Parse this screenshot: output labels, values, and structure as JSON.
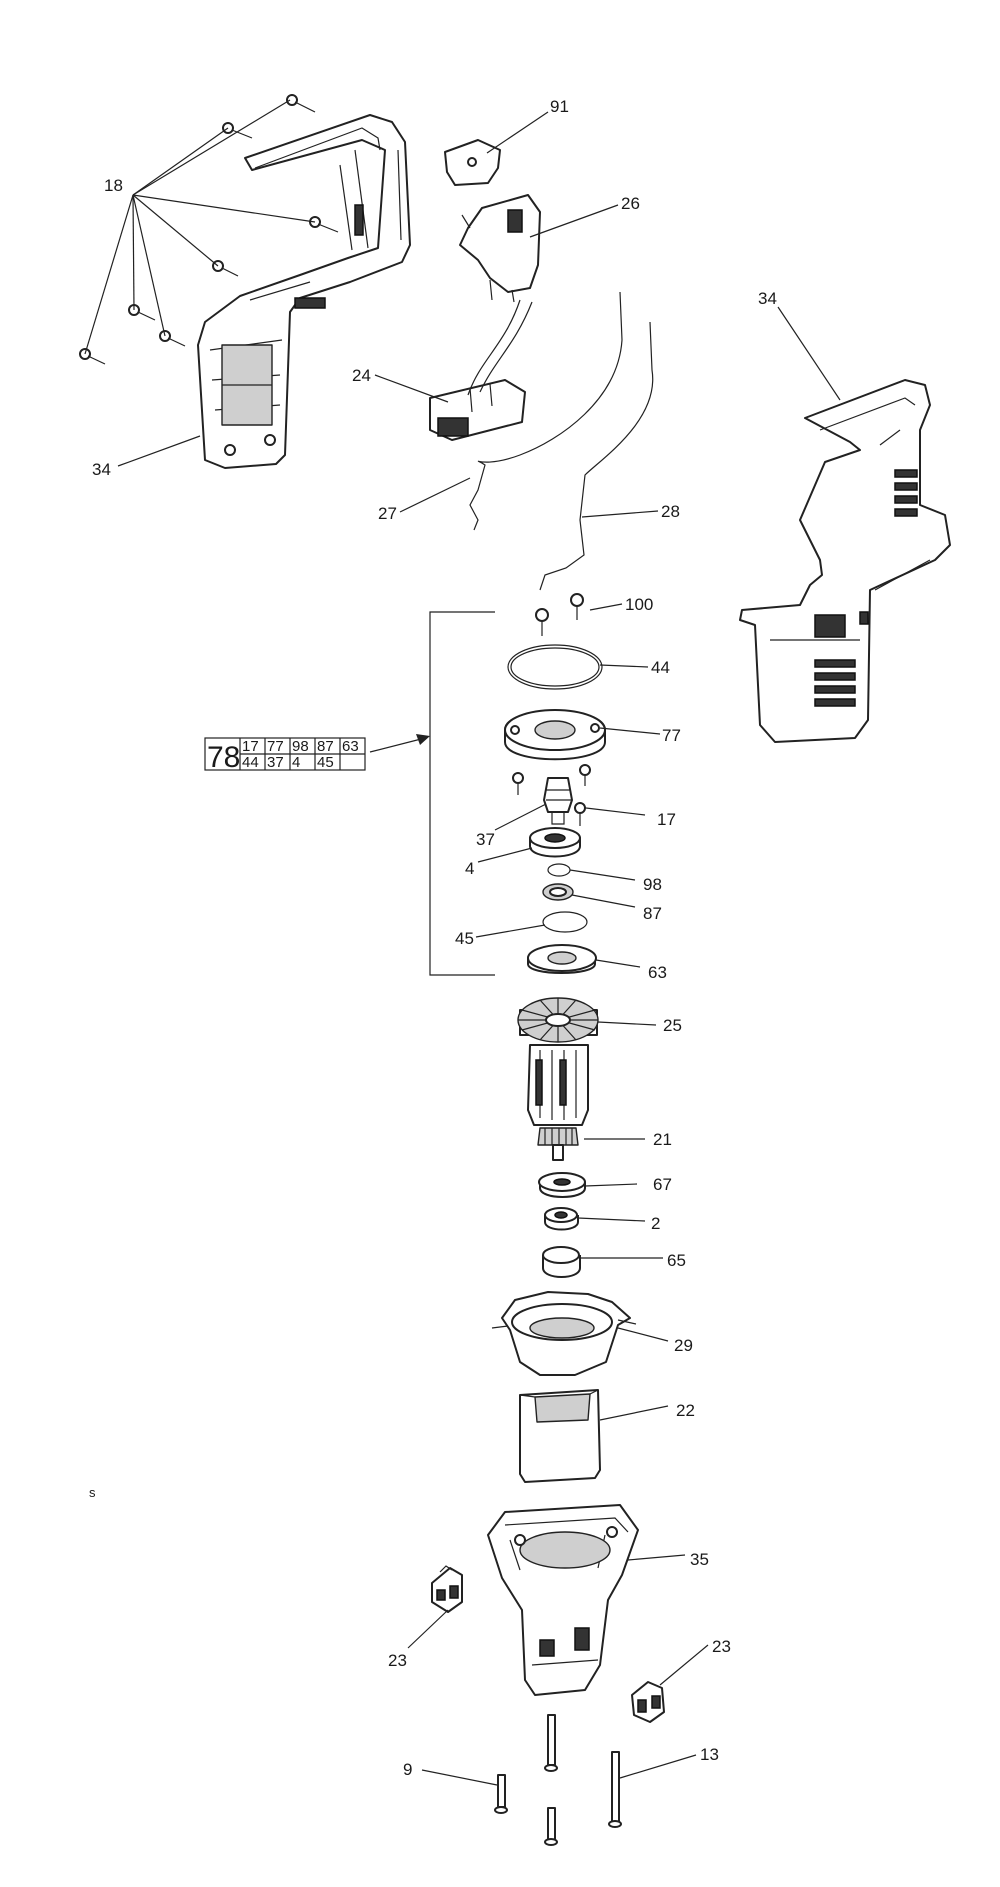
{
  "diagram": {
    "callouts": [
      {
        "id": "c91",
        "text": "91"
      },
      {
        "id": "c18",
        "text": "18"
      },
      {
        "id": "c26",
        "text": "26"
      },
      {
        "id": "c34a",
        "text": "34"
      },
      {
        "id": "c34b",
        "text": "34"
      },
      {
        "id": "c24",
        "text": "24"
      },
      {
        "id": "c27",
        "text": "27"
      },
      {
        "id": "c28",
        "text": "28"
      },
      {
        "id": "c100",
        "text": "100"
      },
      {
        "id": "c44",
        "text": "44"
      },
      {
        "id": "c77",
        "text": "77"
      },
      {
        "id": "c37",
        "text": "37"
      },
      {
        "id": "c17",
        "text": "17"
      },
      {
        "id": "c4",
        "text": "4"
      },
      {
        "id": "c98",
        "text": "98"
      },
      {
        "id": "c87",
        "text": "87"
      },
      {
        "id": "c45",
        "text": "45"
      },
      {
        "id": "c63",
        "text": "63"
      },
      {
        "id": "c25",
        "text": "25"
      },
      {
        "id": "c21",
        "text": "21"
      },
      {
        "id": "c67",
        "text": "67"
      },
      {
        "id": "c2",
        "text": "2"
      },
      {
        "id": "c65",
        "text": "65"
      },
      {
        "id": "c29",
        "text": "29"
      },
      {
        "id": "c22",
        "text": "22"
      },
      {
        "id": "c35",
        "text": "35"
      },
      {
        "id": "c23a",
        "text": "23"
      },
      {
        "id": "c23b",
        "text": "23"
      },
      {
        "id": "c9",
        "text": "9"
      },
      {
        "id": "c13",
        "text": "13"
      }
    ],
    "kit_table": {
      "kit_number": "78",
      "row1": [
        "17",
        "77",
        "98",
        "87",
        "63"
      ],
      "row2": [
        "44",
        "37",
        "4",
        "45",
        ""
      ]
    },
    "stray_mark": "s"
  }
}
